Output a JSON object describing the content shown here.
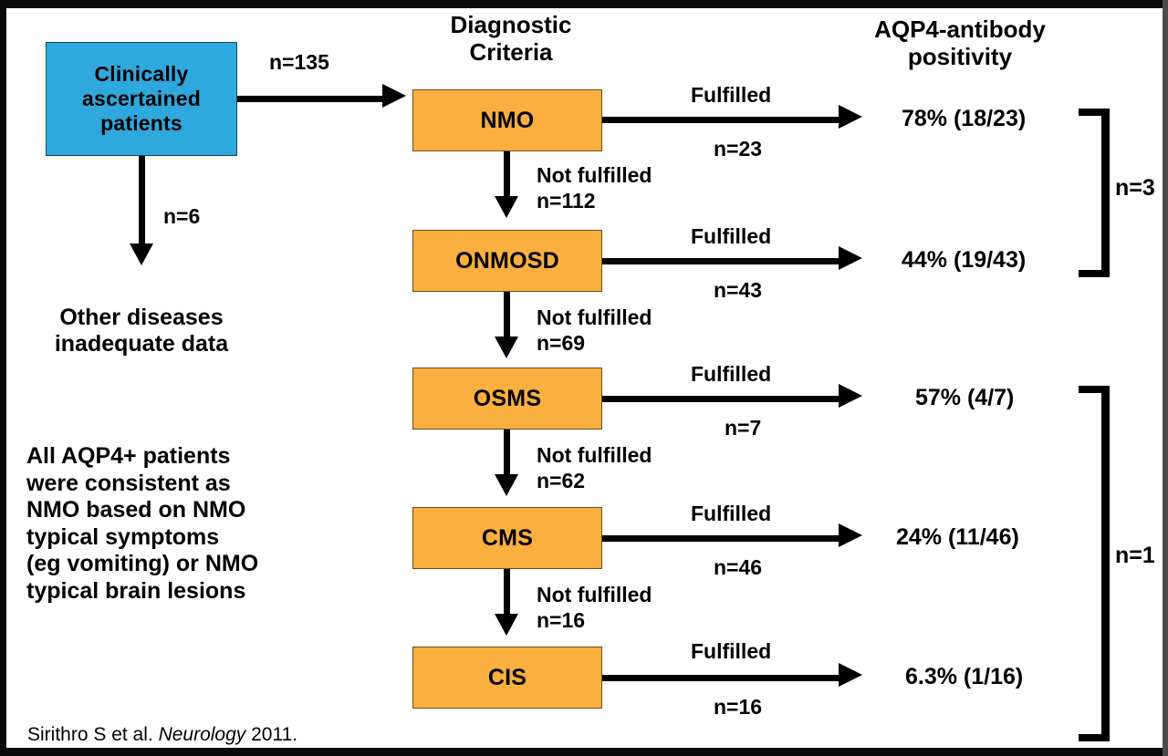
{
  "figure": {
    "type": "flowchart",
    "citation_author": "Sirithro S et al. ",
    "citation_journal": "Neurology",
    "citation_year": " 2011."
  },
  "headings": {
    "criteria": "Diagnostic\nCriteria",
    "positivity": "AQP4-antibody\npositivity"
  },
  "source_node": {
    "label": "Clinically\nascertained\npatients",
    "color": "#2fa8dd"
  },
  "excluded": {
    "edge_label": "n=6",
    "label": "Other diseases\ninadequate data"
  },
  "entry_edge": {
    "label": "n=135"
  },
  "note": {
    "text": "All AQP4+ patients\nwere consistent as\nNMO based on NMO\ntypical symptoms\n(eg vomiting) or NMO\ntypical brain lesions"
  },
  "steps": [
    {
      "box_label": "NMO",
      "fulfilled_label": "Fulfilled",
      "fulfilled_n": "n=23",
      "not_fulfilled_label": "Not fulfilled",
      "not_fulfilled_n": "n=112",
      "result": "78% (18/23)"
    },
    {
      "box_label": "ONMOSD",
      "fulfilled_label": "Fulfilled",
      "fulfilled_n": "n=43",
      "not_fulfilled_label": "Not fulfilled",
      "not_fulfilled_n": "n=69",
      "result": "44% (19/43)"
    },
    {
      "box_label": "OSMS",
      "fulfilled_label": "Fulfilled",
      "fulfilled_n": "n=7",
      "not_fulfilled_label": "Not fulfilled",
      "not_fulfilled_n": "n=62",
      "result": "57% (4/7)"
    },
    {
      "box_label": "CMS",
      "fulfilled_label": "Fulfilled",
      "fulfilled_n": "n=46",
      "not_fulfilled_label": "Not fulfilled",
      "not_fulfilled_n": "n=16",
      "result": "24% (11/46)"
    },
    {
      "box_label": "CIS",
      "fulfilled_label": "Fulfilled",
      "fulfilled_n": "n=16",
      "not_fulfilled_label": "",
      "not_fulfilled_n": "",
      "result": "6.3% (1/16)"
    }
  ],
  "brackets": [
    {
      "label": "n=3"
    },
    {
      "label": "n=1"
    }
  ],
  "colors": {
    "box_fill": "#fbaf3f",
    "source_fill": "#2fa8dd",
    "line": "#000000",
    "background": "#ffffff",
    "frame": "#0a0a0a"
  }
}
